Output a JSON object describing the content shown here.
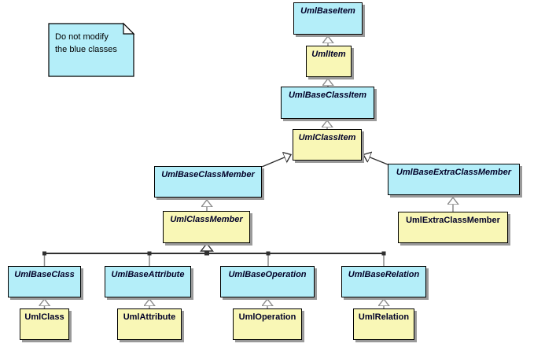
{
  "note": {
    "lines": [
      "Do not modify",
      "the blue classes"
    ]
  },
  "palette": {
    "blue_class_fill": "#b4eef9",
    "yellow_class_fill": "#f9f7b6",
    "shadow": "#9a9a9a",
    "class_text": "#000028",
    "edge_gray": "#8a8a8a",
    "edge_dark": "#303030",
    "arrow_head_fill": "#ffffff",
    "background": "#ffffff"
  },
  "classes": [
    {
      "name": "UmlBaseItem",
      "color": "blue",
      "abstract": true
    },
    {
      "name": "UmlItem",
      "color": "yellow",
      "abstract": true
    },
    {
      "name": "UmlBaseClassItem",
      "color": "blue",
      "abstract": true
    },
    {
      "name": "UmlClassItem",
      "color": "yellow",
      "abstract": true
    },
    {
      "name": "UmlBaseClassMember",
      "color": "blue",
      "abstract": true
    },
    {
      "name": "UmlClassMember",
      "color": "yellow",
      "abstract": true
    },
    {
      "name": "UmlBaseExtraClassMember",
      "color": "blue",
      "abstract": true
    },
    {
      "name": "UmlExtraClassMember",
      "color": "yellow",
      "abstract": false
    },
    {
      "name": "UmlBaseClass",
      "color": "blue",
      "abstract": true
    },
    {
      "name": "UmlBaseAttribute",
      "color": "blue",
      "abstract": true
    },
    {
      "name": "UmlBaseOperation",
      "color": "blue",
      "abstract": true
    },
    {
      "name": "UmlBaseRelation",
      "color": "blue",
      "abstract": true
    },
    {
      "name": "UmlClass",
      "color": "yellow",
      "abstract": false
    },
    {
      "name": "UmlAttribute",
      "color": "yellow",
      "abstract": false
    },
    {
      "name": "UmlOperation",
      "color": "yellow",
      "abstract": false
    },
    {
      "name": "UmlRelation",
      "color": "yellow",
      "abstract": false
    }
  ],
  "inheritance": [
    {
      "child": "UmlItem",
      "parent": "UmlBaseItem"
    },
    {
      "child": "UmlBaseClassItem",
      "parent": "UmlItem"
    },
    {
      "child": "UmlClassItem",
      "parent": "UmlBaseClassItem"
    },
    {
      "child": "UmlBaseClassMember",
      "parent": "UmlClassItem"
    },
    {
      "child": "UmlBaseExtraClassMember",
      "parent": "UmlClassItem"
    },
    {
      "child": "UmlClassMember",
      "parent": "UmlBaseClassMember"
    },
    {
      "child": "UmlExtraClassMember",
      "parent": "UmlBaseExtraClassMember"
    },
    {
      "child": "UmlBaseClass",
      "parent": "UmlClassMember"
    },
    {
      "child": "UmlBaseAttribute",
      "parent": "UmlClassMember"
    },
    {
      "child": "UmlBaseOperation",
      "parent": "UmlClassMember"
    },
    {
      "child": "UmlBaseRelation",
      "parent": "UmlClassMember"
    },
    {
      "child": "UmlClass",
      "parent": "UmlBaseClass"
    },
    {
      "child": "UmlAttribute",
      "parent": "UmlBaseAttribute"
    },
    {
      "child": "UmlOperation",
      "parent": "UmlBaseOperation"
    },
    {
      "child": "UmlRelation",
      "parent": "UmlBaseRelation"
    }
  ]
}
